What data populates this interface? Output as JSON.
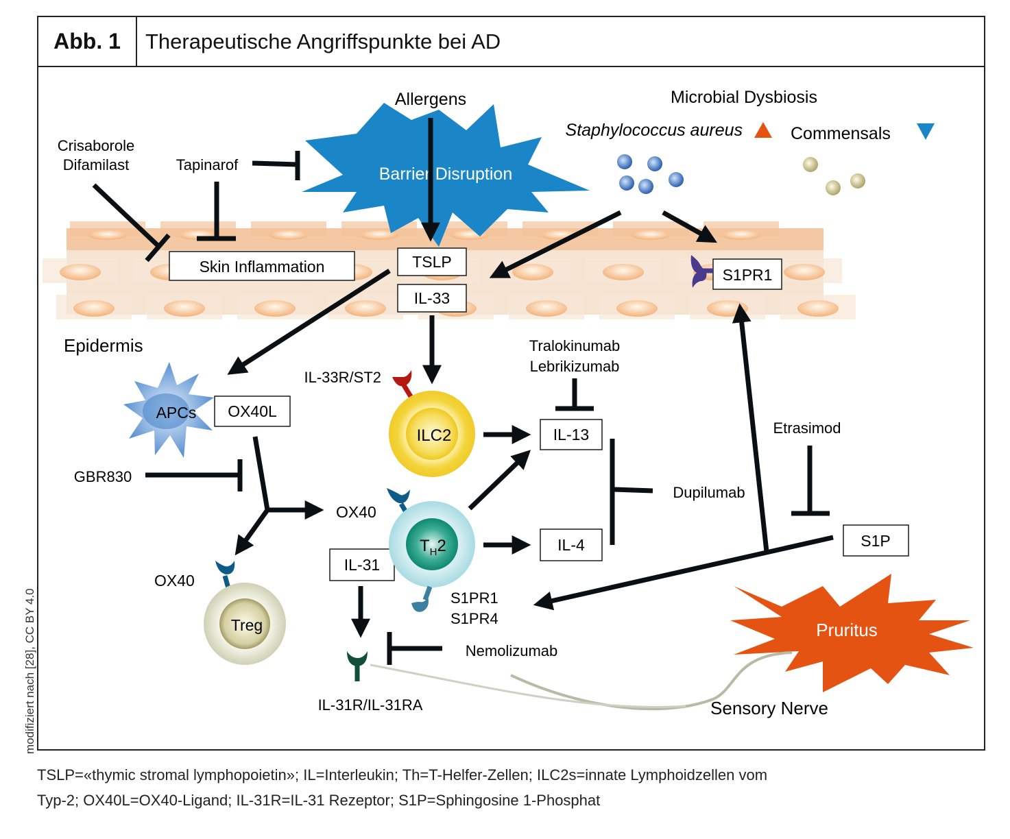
{
  "header": {
    "figure_label": "Abb. 1",
    "title": "Therapeutische Angriffspunkte bei AD"
  },
  "labels": {
    "allergens": "Allergens",
    "barrier_disruption": "Barrier Disruption",
    "microbial_dysbiosis": "Microbial Dysbiosis",
    "staph": "Staphylococcus aureus",
    "commensals": "Commensals",
    "crisaborole": "Crisaborole",
    "difamilast": "Difamilast",
    "tapinarof": "Tapinarof",
    "skin_inflammation": "Skin Inflammation",
    "tslp": "TSLP",
    "il33": "IL-33",
    "s1pr1_top": "S1PR1",
    "epidermis": "Epidermis",
    "apcs": "APCs",
    "ox40l": "OX40L",
    "il33r": "IL-33R/ST2",
    "ilc2": "ILC2",
    "tralokinumab": "Tralokinumab",
    "lebrikizumab": "Lebrikizumab",
    "il13": "IL-13",
    "etrasimod": "Etrasimod",
    "gbr830": "GBR830",
    "ox40_th": "OX40",
    "th2": "T",
    "th2_sub": "H",
    "th2_suffix": "2",
    "dupilumab": "Dupilumab",
    "il4": "IL-4",
    "s1p": "S1P",
    "ox40_treg": "OX40",
    "treg": "Treg",
    "il31": "IL-31",
    "s1pr1": "S1PR1",
    "s1pr4": "S1PR4",
    "nemolizumab": "Nemolizumab",
    "il31r": "IL-31R/IL-31RA",
    "pruritus": "Pruritus",
    "sensory_nerve": "Sensory Nerve"
  },
  "indicators": {
    "staph": "up",
    "commensals": "down"
  },
  "colors": {
    "barrier": "#1a86c8",
    "pruritus": "#e55312",
    "up": "#e55312",
    "down": "#1a86c8",
    "skin": "#f4c49a"
  },
  "side_note": "modifiziert nach [28], CC BY 4.0",
  "footnote": {
    "line1": "TSLP=«thymic stromal lymphopoietin»; IL=Interleukin; Th=T-Helfer-Zellen; ILC2s=innate Lymphoidzellen vom",
    "line2": "Typ-2; OX40L=OX40-Ligand; IL-31R=IL-31 Rezeptor; S1P=Sphingosine 1-Phosphat"
  }
}
